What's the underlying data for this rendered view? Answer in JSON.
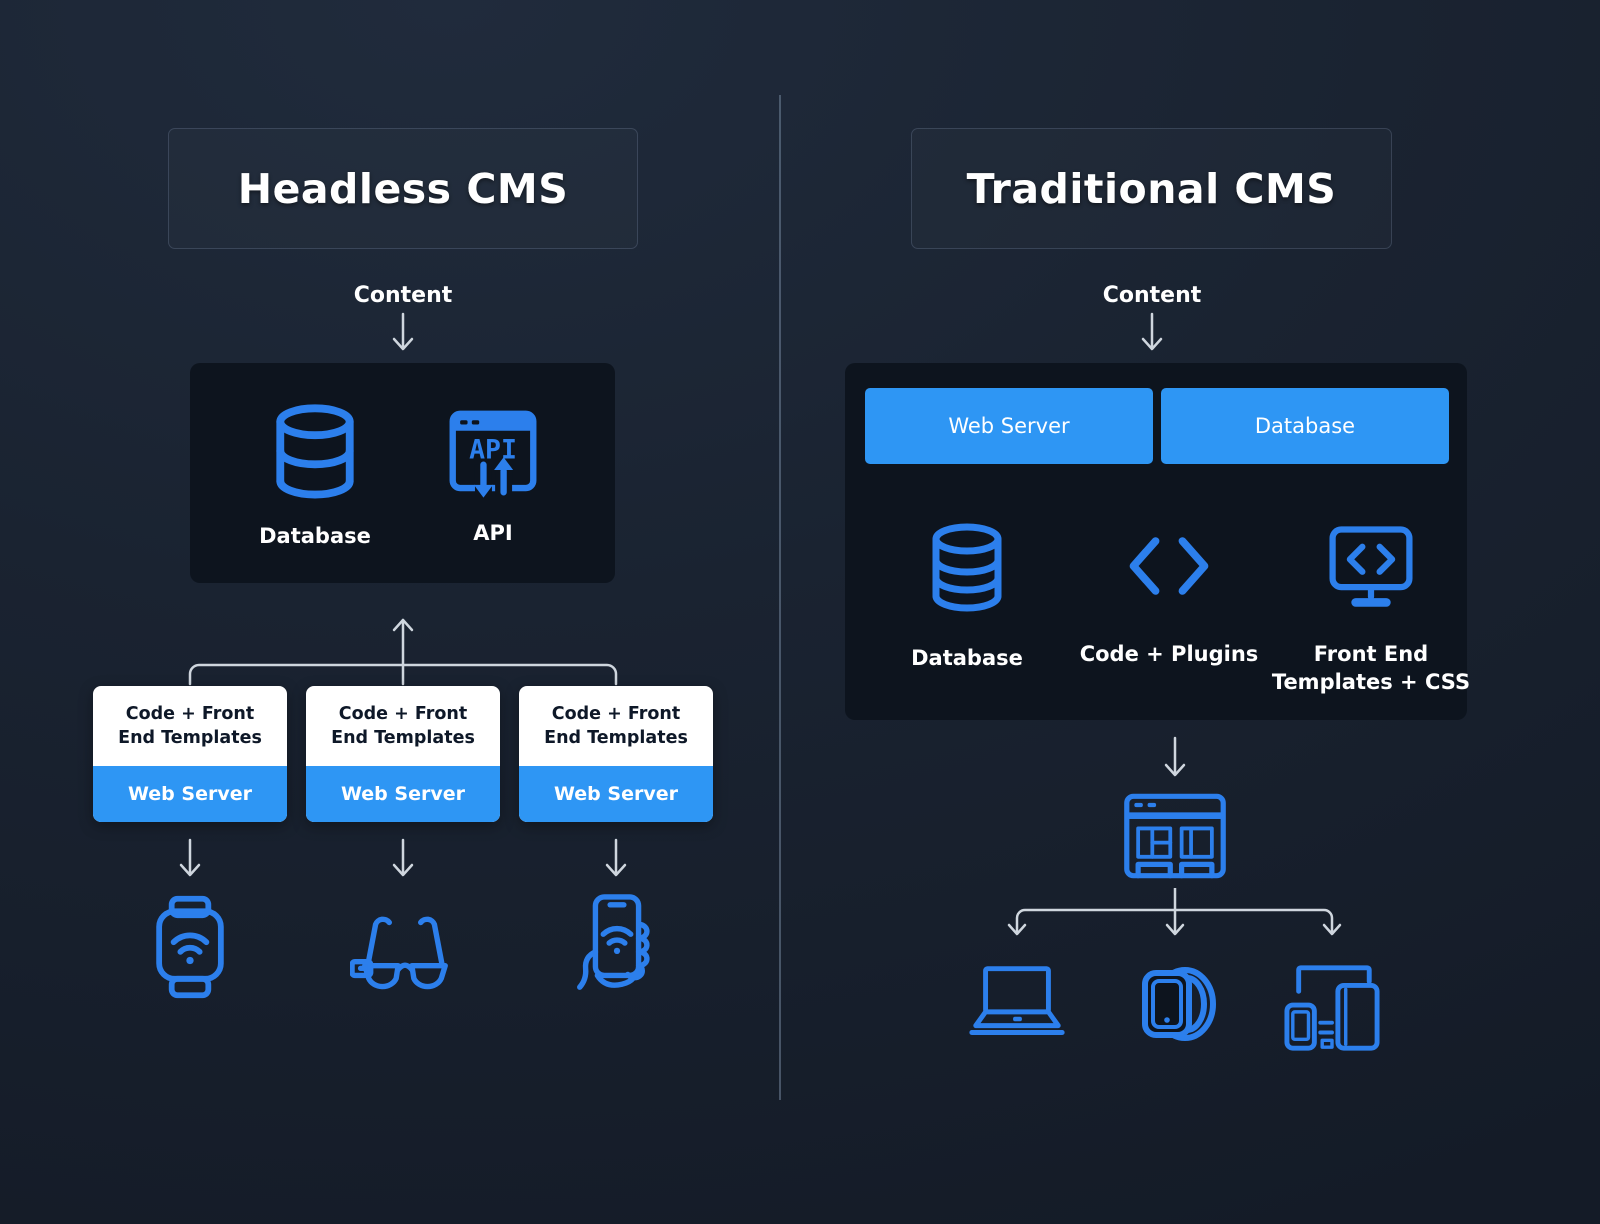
{
  "colors": {
    "background": "#19222f",
    "panel": "#0d141e",
    "button_blue": "#2e96f4",
    "icon_blue": "#2c7fec",
    "text_white": "#ffffff",
    "text_dark": "#0e1828",
    "connector_gray": "#cfd6de"
  },
  "left_column": {
    "title": "Headless CMS",
    "content_label": "Content",
    "core_panel": {
      "items": [
        {
          "icon": "database-icon",
          "label": "Database"
        },
        {
          "icon": "api-icon",
          "label": "API"
        }
      ]
    },
    "api_icon_text": "API",
    "server_boxes": [
      {
        "top": "Code + Front End Templates",
        "bottom": "Web Server"
      },
      {
        "top": "Code + Front End Templates",
        "bottom": "Web Server"
      },
      {
        "top": "Code + Front End Templates",
        "bottom": "Web Server"
      }
    ],
    "devices": [
      "smartwatch-icon",
      "smart-glasses-icon",
      "phone-in-hand-icon"
    ]
  },
  "right_column": {
    "title": "Traditional CMS",
    "content_label": "Content",
    "server_buttons": [
      {
        "label": "Web Server"
      },
      {
        "label": "Database"
      }
    ],
    "stack_panel": {
      "items": [
        {
          "icon": "database-icon",
          "label": "Database"
        },
        {
          "icon": "code-icon",
          "label": "Code + Plugins"
        },
        {
          "icon": "monitor-code-icon",
          "label": "Front End Templates + CSS"
        }
      ]
    },
    "website_icon": "browser-window-icon",
    "devices": [
      "laptop-icon",
      "round-smartwatch-icon",
      "multi-devices-icon"
    ]
  }
}
